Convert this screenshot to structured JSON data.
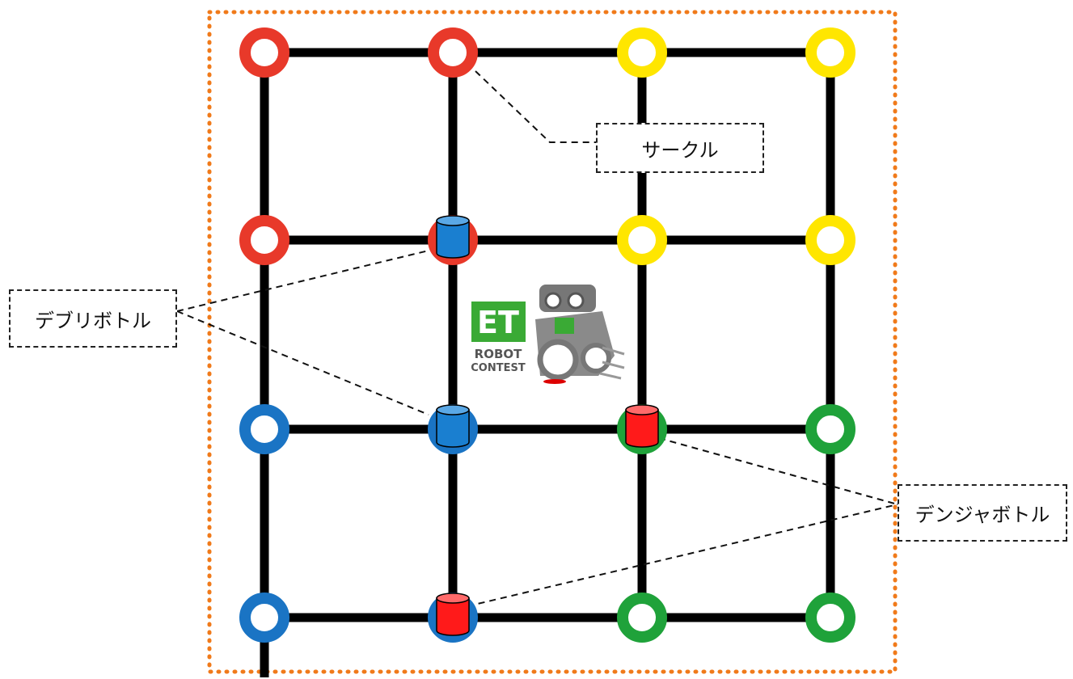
{
  "labels": {
    "circle": "サークル",
    "debri_bottle": "デブリボトル",
    "danger_bottle": "デンジャボトル"
  },
  "logo": {
    "mark": "ET",
    "line1": "ROBOT",
    "line2": "CONTEST"
  },
  "colors": {
    "red": "#e8392a",
    "yellow": "#ffe600",
    "blue": "#1a74c4",
    "green": "#1fa23a",
    "line": "#000000",
    "border": "#f07a1a",
    "bottle_blue": "#1a7fd0",
    "bottle_red": "#ff1a1a",
    "logo_green": "#3aaa35"
  },
  "grid": {
    "rows": 4,
    "cols": 4,
    "circle_colors": [
      [
        "red",
        "red",
        "yellow",
        "yellow"
      ],
      [
        "red",
        "red",
        "yellow",
        "yellow"
      ],
      [
        "blue",
        "blue",
        "green",
        "green"
      ],
      [
        "blue",
        "blue",
        "green",
        "green"
      ]
    ]
  },
  "bottles": [
    {
      "type": "debri",
      "color": "bottle_blue",
      "row": 1,
      "col": 1
    },
    {
      "type": "debri",
      "color": "bottle_blue",
      "row": 2,
      "col": 1
    },
    {
      "type": "danger",
      "color": "bottle_red",
      "row": 2,
      "col": 2
    },
    {
      "type": "danger",
      "color": "bottle_red",
      "row": 3,
      "col": 1
    }
  ]
}
